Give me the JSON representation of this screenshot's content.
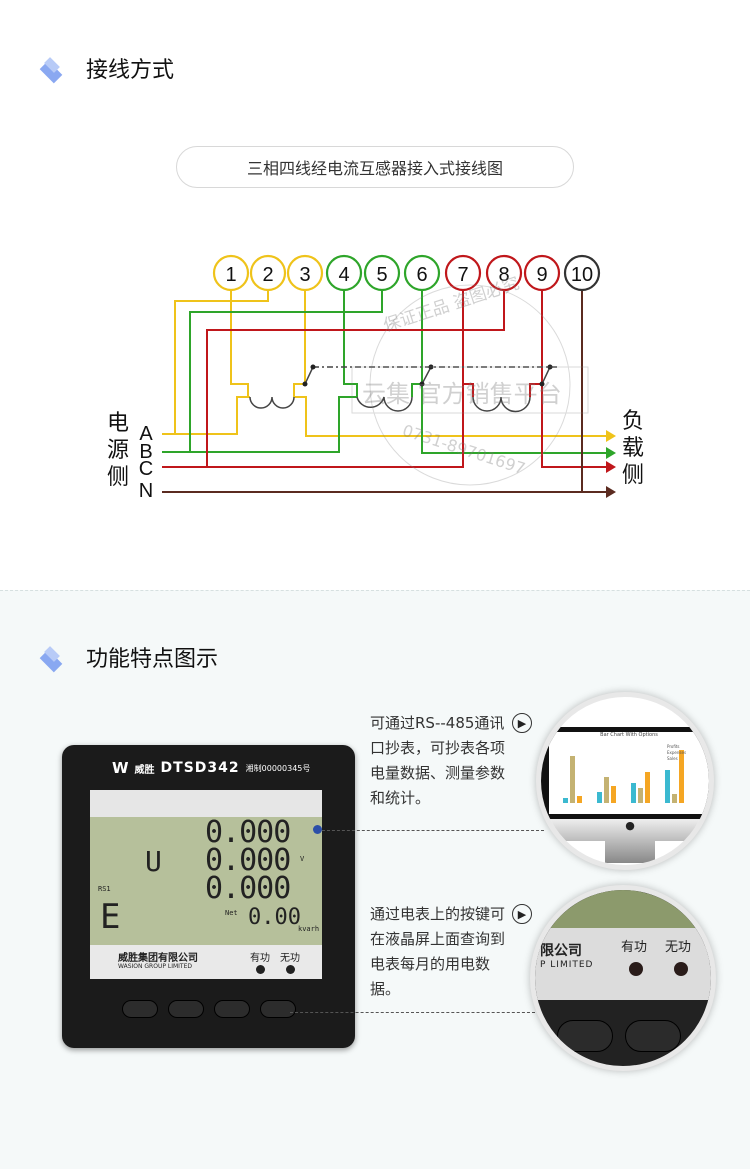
{
  "section1": {
    "title": "接线方式",
    "pill": "三相四线经电流互感器接入式接线图",
    "terminals": [
      "1",
      "2",
      "3",
      "4",
      "5",
      "6",
      "7",
      "8",
      "9",
      "10"
    ],
    "source_label": [
      "电",
      "源",
      "侧"
    ],
    "load_label": [
      "负",
      "载",
      "侧"
    ],
    "phases": [
      "A",
      "B",
      "C",
      "N"
    ],
    "colors": {
      "A": "#efc31a",
      "B": "#2ea52a",
      "C": "#c0171b",
      "N": "#5b2b20"
    }
  },
  "watermark": {
    "line1": "保证正品 盗图必究",
    "line2": "云集 官方销售平台",
    "line3": "0731-89701697"
  },
  "section2": {
    "title": "功能特点图示",
    "feature1": "可通过RS--485通讯口抄表，可抄表各项电量数据、测量参数和统计。",
    "feature2": "通过电表上的按键可在液晶屏上面查询到电表每月的用电数据。",
    "meter": {
      "brand": "威胜",
      "model": "DTSD342",
      "cert": "湘制00000345号",
      "company": "威胜集团有限公司",
      "company_en": "WASION GROUP LIMITED",
      "led1": "有功",
      "led2": "无功",
      "lcd_row1": "0.000",
      "lcd_row2": "0.000",
      "lcd_row3": "0.000",
      "lcd_row4": "0.00",
      "lcd_unit_v": "V",
      "lcd_unit_kvarh": "kvarh",
      "lcd_u": "U",
      "lcd_e": "E",
      "lcd_rs": "RS1",
      "lcd_net": "Net"
    },
    "zoom2": {
      "company": "限公司",
      "company_en": "P LIMITED",
      "led1": "有功",
      "led2": "无功"
    },
    "monitor_chart": {
      "title": "Bar Chart With Options",
      "legend": [
        "Profits",
        "Expenses",
        "Sales"
      ]
    }
  }
}
